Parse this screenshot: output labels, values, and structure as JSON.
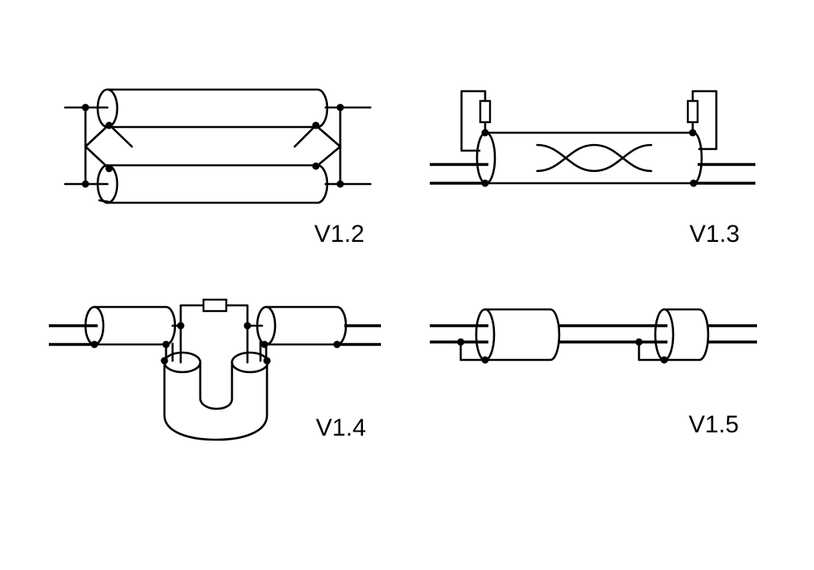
{
  "labels": {
    "v12": "V1.2",
    "v13": "V1.3",
    "v14": "V1.4",
    "v15": "V1.5"
  },
  "colors": {
    "ink": "#000000",
    "background": "#ffffff"
  }
}
